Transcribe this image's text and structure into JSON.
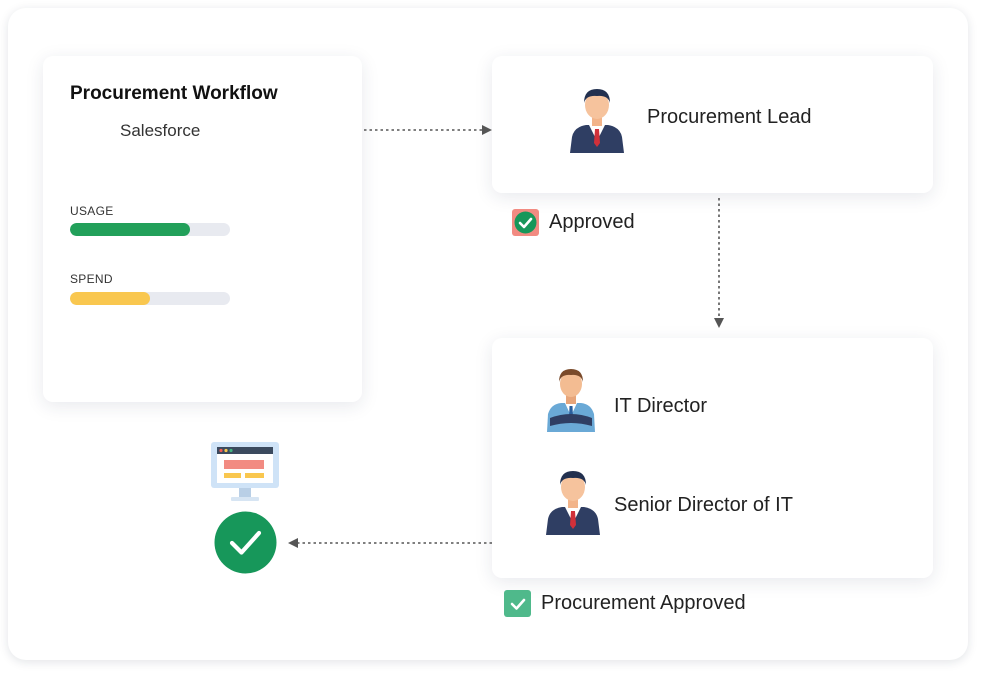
{
  "workflow": {
    "title": "Procurement Workflow",
    "app": "Salesforce",
    "metrics": [
      {
        "label": "USAGE",
        "fraction": 0.75,
        "color": "#22a05a"
      },
      {
        "label": "SPEND",
        "fraction": 0.5,
        "color": "#f9c74f"
      }
    ]
  },
  "lead": {
    "label": "Procurement Lead"
  },
  "approved": {
    "label": "Approved"
  },
  "directors": [
    {
      "label": "IT Director"
    },
    {
      "label": "Senior Director of IT"
    }
  ],
  "procurement_approved": {
    "label": "Procurement Approved"
  },
  "colors": {
    "success": "#17975a",
    "check_badge_bg": "#f28b82",
    "check_square": "#4fb98b"
  }
}
